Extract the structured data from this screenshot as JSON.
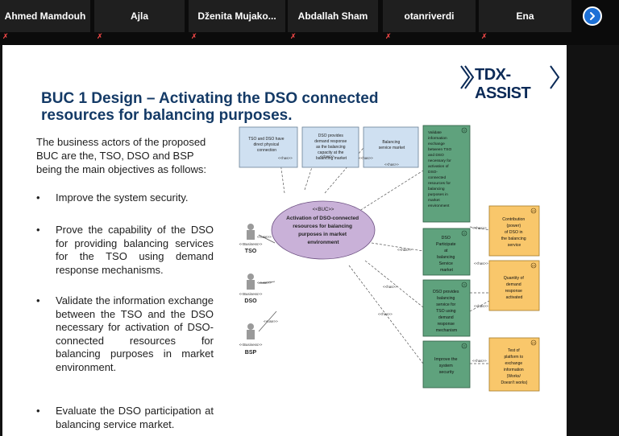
{
  "participants": [
    {
      "name": "Ahmed Mamdouh"
    },
    {
      "name": "Ajla"
    },
    {
      "name": "Dženita  Mujako..."
    },
    {
      "name": "Abdallah Sham"
    },
    {
      "name": "otanriverdi"
    },
    {
      "name": "Ena"
    }
  ],
  "slide": {
    "logo_text": "TDX-ASSIST",
    "title": "BUC 1 Design – Activating the DSO connected resources for balancing purposes.",
    "intro": "The business actors of the proposed BUC are the, TSO, DSO and BSP being the main objectives as follows:",
    "bullets": [
      "Improve the system security.",
      "Prove the capability of the DSO for providing balancing services for the TSO using demand response mechanisms.",
      "Validate the information exchange between the TSO and the DSO necessary for activation of DSO-connected resources for balancing purposes in market environment.",
      "Evaluate the DSO participation at balancing service market."
    ],
    "bullet_marker": "•"
  },
  "diagram": {
    "usecase_stereotype": "<<BUC>>",
    "usecase_title_lines": [
      "Activation of DSO-connected",
      "resources for balancing",
      "purposes in market",
      "environment"
    ],
    "actor_stereotype": "<<Business>>",
    "actors": [
      "TSO",
      "DSO",
      "BSP"
    ],
    "use_label": "<<use>>",
    "has_label": "<<has>>",
    "top_boxes": [
      {
        "lines": [
          "TSO and DSO have",
          "direct physical",
          "connection"
        ]
      },
      {
        "lines": [
          "DSO provides",
          "demand response",
          "as the balancing",
          "capacity at the",
          "balancing market"
        ]
      },
      {
        "lines": [
          "Balancing",
          "service market"
        ]
      }
    ],
    "objectives": [
      {
        "lines": [
          "Validate",
          "information",
          "exchange",
          "between TSO",
          "and DSO",
          "necessary for",
          "activation of",
          "DSO-",
          "connected",
          "resources for",
          "balancing",
          "purposes in",
          "market",
          "environment"
        ]
      },
      {
        "lines": [
          "DSO",
          "Participate",
          "at",
          "balancing",
          "Service",
          "market"
        ]
      },
      {
        "lines": [
          "DSO provides",
          "balancing",
          "service for",
          "TSO using",
          "demand",
          "response",
          "mechanism"
        ]
      },
      {
        "lines": [
          "Improve the",
          "system",
          "security"
        ]
      }
    ],
    "kpi_tag": "KPI",
    "objective_tag": "O",
    "kpis": [
      {
        "lines": [
          "Contribution",
          "(power)",
          "of DSO in",
          "the balancing",
          "service"
        ]
      },
      {
        "lines": [
          "Quantity of",
          "demand",
          "response",
          "activated"
        ]
      },
      {
        "lines": [
          "Test of",
          "platform to",
          "exchange",
          "information",
          "(Works/",
          "Doesn't works)"
        ]
      }
    ],
    "colors": {
      "blue_box": "#cfe0f1",
      "green_box": "#5fa27d",
      "kpi_box": "#f9c76b",
      "usecase": "#c9b1d8"
    }
  }
}
